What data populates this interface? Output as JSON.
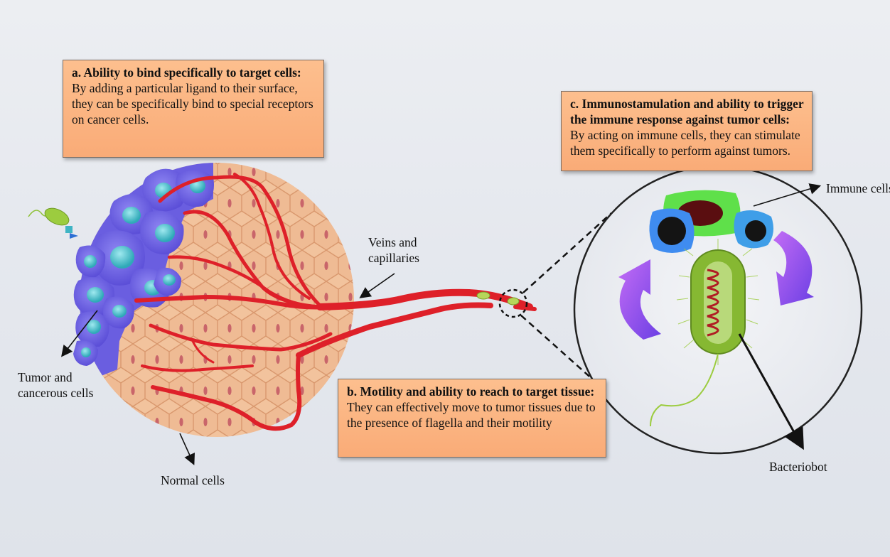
{
  "callouts": {
    "a": {
      "heading": "a. Ability to bind specifically to target cells:",
      "body": " By adding a particular ligand to their surface, they can be specifically bind to special receptors on cancer cells."
    },
    "b": {
      "heading": "b. Motility and ability to reach to target tissue:",
      "body": " They can effectively move to tumor tissues due to the presence of flagella and their motility"
    },
    "c": {
      "heading": "c. Immunostamulation and ability to trigger the immune response against tumor cells:",
      "body": " By acting on immune cells, they can stimulate them specifically to perform against tumors."
    }
  },
  "labels": {
    "tumor": "Tumor and cancerous cells",
    "normal": "Normal cells",
    "veins": "Veins and capillaries",
    "immune": "Immune cells",
    "bacteriobot": "Bacteriobot"
  },
  "colors": {
    "callout_fill": "#fbb37f",
    "normal_cell": "#f0bf98",
    "tumor_cell": "#7166e0",
    "tumor_nucleus": "#4fc4d2",
    "vessel": "#e0252d",
    "bacterium": "#8fc23a",
    "arrow_purple": "#a04ef0"
  }
}
